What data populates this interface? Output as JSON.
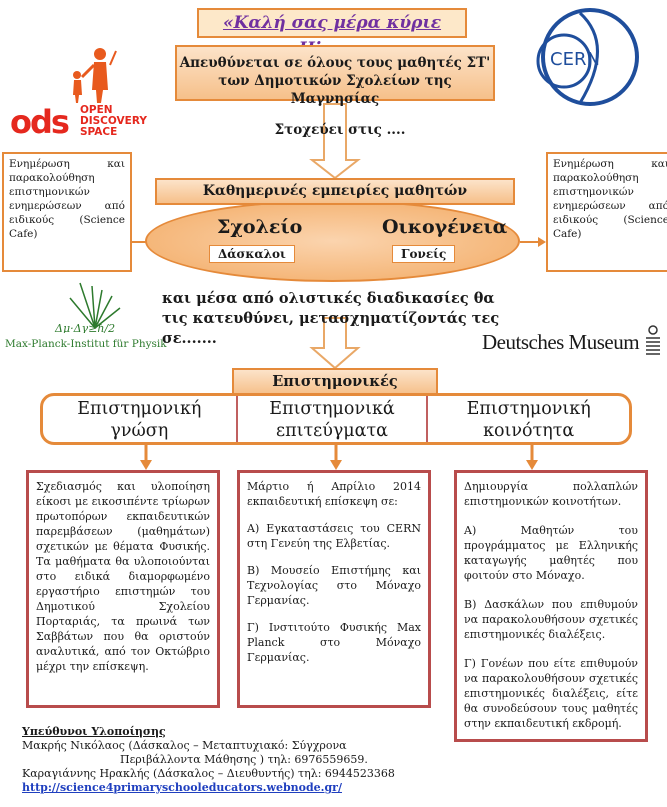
{
  "title": "«Καλή σας μέρα κύριε Higgs»",
  "audience": "Απευθύνεται σε όλους τους μαθητές ΣΤ' των Δημοτικών Σχολείων της Μαγνησίας",
  "aims": "Στοχεύει στις ....",
  "side_note": "Ενημέρωση και παρακολούθηση επιστημονικών ενημερώσεων από ειδικούς (Science Cafe)",
  "daily_experiences": "Καθημερινές εμπειρίες μαθητών",
  "school": "Σχολείο",
  "teachers": "Δάσκαλοι",
  "family": "Οικογένεια",
  "parents": "Γονείς",
  "through": "και μέσα από ολιστικές διαδικασίες θα τις κατευθύνει, μετασχηματίζοντάς τες σε.......",
  "scientific_experiences": "Επιστημονικές εμπειρίες",
  "columns": [
    "Επιστημονική γνώση",
    "Επιστημονικά επιτεύγματα",
    "Επιστημονική κοινότητα"
  ],
  "col1_text": "Σχεδιασμός και υλοποίηση είκοσι με εικοσιπέντε τρίωρων πρωτοπόρων εκπαιδευτικών παρεμβάσεων (μαθημάτων) σχετικών με θέματα Φυσικής. Τα μαθήματα θα υλοποιούνται στο ειδικά διαμορφωμένο εργαστήριο επιστημών του Δημοτικού Σχολείου Πορταριάς, τα πρωινά των Σαββάτων που θα οριστούν αναλυτικά, από τον Οκτώβριο μέχρι την επίσκεψη.",
  "col2": {
    "intro": "Μάρτιο ή Απρίλιο 2014 εκπαιδευτική επίσκεψη σε:",
    "a": "Α) Εγκαταστάσεις του CERN στη Γενεύη της Ελβετίας.",
    "b": "Β) Μουσείο Επιστήμης και Τεχνολογίας στο Μόναχο Γερμανίας.",
    "c": "Γ) Ινστιτούτο Φυσικής Max Planck στο Μόναχο Γερμανίας."
  },
  "col3": {
    "intro": "Δημιουργία πολλαπλών επιστημονικών κοινοτήτων.",
    "a": "Α) Μαθητών του προγράμματος με Ελληνικής καταγωγής μαθητές που φοιτούν στο Μόναχο.",
    "b": "Β) Δασκάλων που επιθυμούν να παρακολουθήσουν σχετικές επιστημονικές διαλέξεις.",
    "c": "Γ) Γονέων που είτε επιθυμούν να παρακολουθήσουν σχετικές επιστημονικές διαλέξεις, είτε θα συνοδεύσουν τους μαθητές στην εκπαιδευτική εκδρομή."
  },
  "responsible": {
    "heading": "Υπεύθυνοι Υλοποίησης",
    "line1": "Μακρής Νικόλαος (Δάσκαλος – Μεταπτυχιακό: Σύγχρονα",
    "line2": "Περιβάλλοντα Μάθησης ) τηλ: 6976559659.",
    "line3": "Καραγιάννης Ηρακλής (Δάσκαλος – Διευθυντής) τηλ: 6944523368",
    "url": "http://science4primaryschooleducators.webnode.gr/"
  },
  "logos": {
    "ods": "OPEN DISCOVERY SPACE",
    "cern": "CERN",
    "mpi": "Max-Planck-Institut für Physik",
    "museum": "Deutsches Museum"
  },
  "colors": {
    "orange": "#e58a3a",
    "purple": "#7030a0",
    "red_border": "#b84c4c",
    "cern_blue": "#1f4e9c"
  }
}
